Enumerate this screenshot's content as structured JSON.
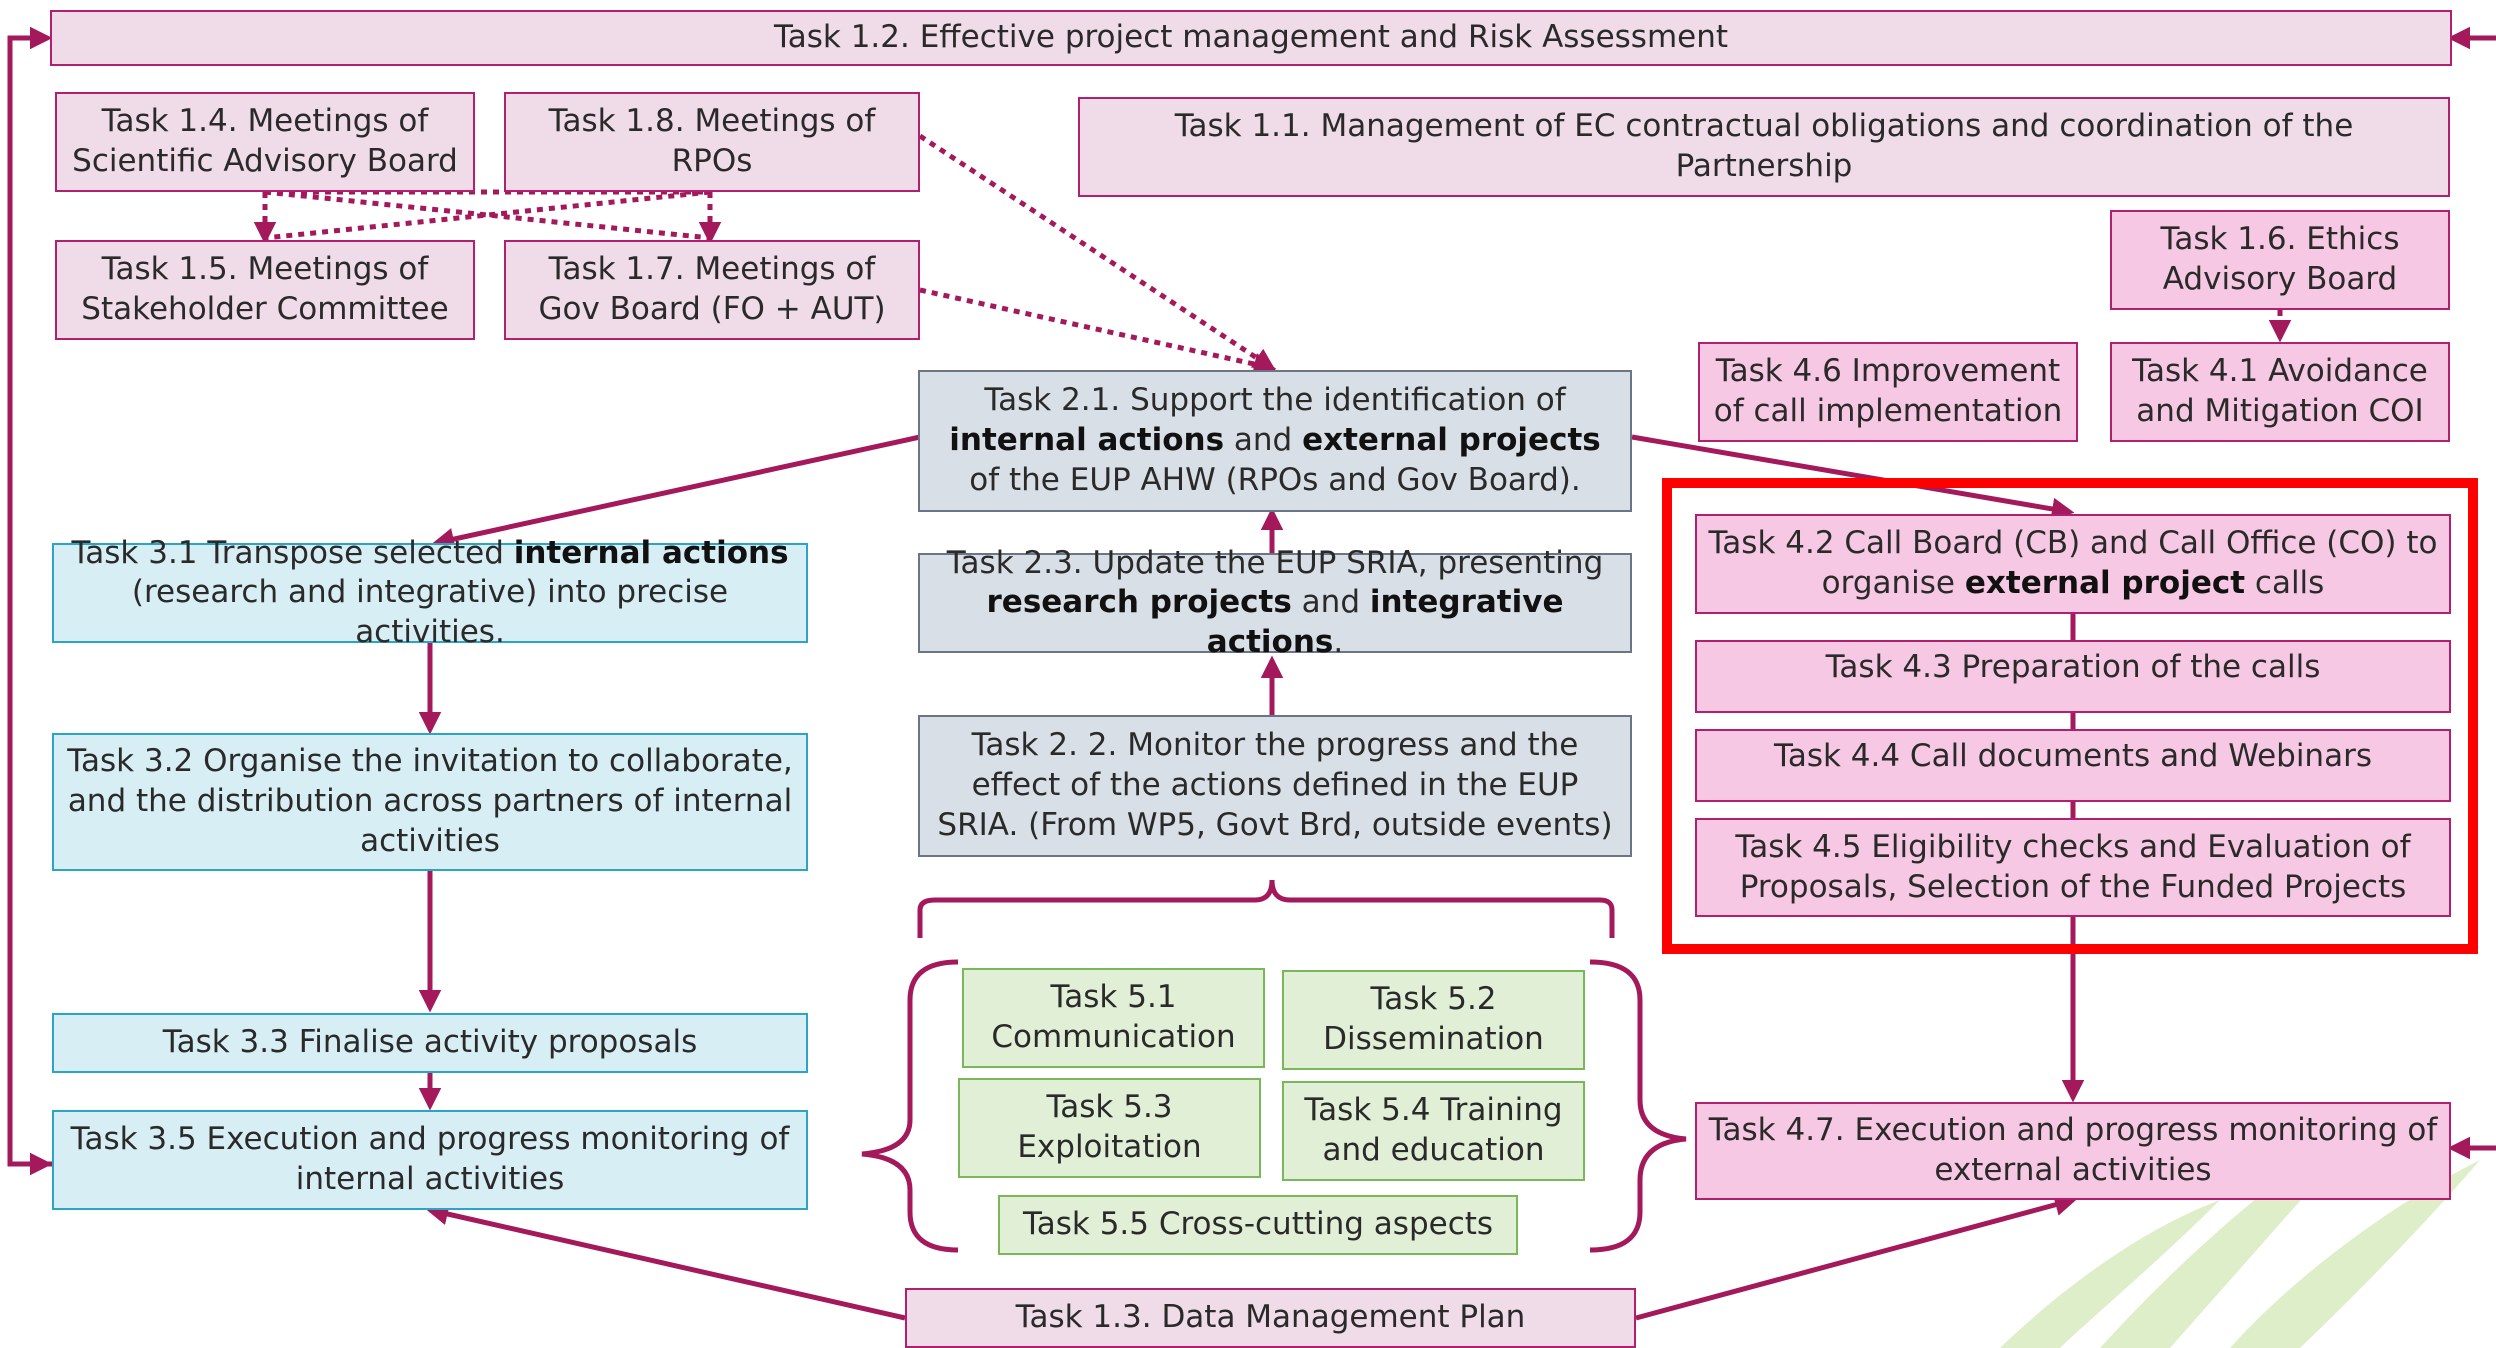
{
  "tasks": {
    "t1_2": "Task 1.2. Effective project management and Risk Assessment",
    "t1_4": "Task 1.4. Meetings of Scientific Advisory Board",
    "t1_8": "Task 1.8. Meetings of RPOs",
    "t1_1": "Task 1.1. Management of EC contractual obligations and coordination of the Partnership",
    "t1_5": "Task 1.5. Meetings of Stakeholder Committee",
    "t1_7": "Task 1.7. Meetings of Gov Board (FO + AUT)",
    "t1_6": "Task 1.6. Ethics Advisory Board",
    "t4_6": "Task 4.6 Improvement of call implementation",
    "t4_1": "Task 4.1 Avoidance and Mitigation COI",
    "t2_1": {
      "a": "Task 2.1. Support the identification of ",
      "b": "internal actions",
      "c": " and ",
      "d": "external projects",
      "e": " of the EUP AHW (RPOs and Gov Board)."
    },
    "t3_1": {
      "a": "Task 3.1 Transpose selected ",
      "b": "internal actions",
      "c": " (research and integrative) into precise activities."
    },
    "t4_2": {
      "a": "Task 4.2 Call Board (CB) and Call Office (CO) to organise ",
      "b": "external project",
      "c": " calls"
    },
    "t2_3": {
      "a": "Task 2.3. Update the EUP SRIA, presenting ",
      "b": "research projects",
      "c": " and ",
      "d": "integrative actions",
      "e": "."
    },
    "t4_3": "Task 4.3 Preparation of the calls",
    "t3_2": "Task 3.2 Organise the invitation to collaborate, and the distribution across partners of internal activities",
    "t2_2": "Task 2. 2. Monitor the progress and the effect of the actions defined in the EUP SRIA. (From WP5, Govt Brd, outside events)",
    "t4_4": "Task 4.4 Call documents and Webinars",
    "t4_5": "Task 4.5 Eligibility checks and Evaluation of Proposals, Selection of the Funded Projects",
    "t5_1": "Task 5.1 Communication",
    "t5_2": "Task 5.2 Dissemination",
    "t3_3": "Task 3.3 Finalise activity proposals",
    "t5_3": "Task 5.3 Exploitation",
    "t5_4": "Task 5.4 Training and education",
    "t3_5": "Task 3.5 Execution and progress monitoring of internal activities",
    "t4_7": "Task 4.7. Execution and progress monitoring of external activities",
    "t5_5": "Task 5.5 Cross-cutting aspects",
    "t1_3": "Task 1.3. Data Management Plan"
  },
  "colors": {
    "connector": "#a3195b",
    "highlight": "#ff0000",
    "wp1_fill": "#f0dbe8",
    "wp4_fill": "#f6c8e3",
    "wp2_fill": "#d9dfe6",
    "wp3_fill": "#d8eef5",
    "wp5_fill": "#e0efd6"
  }
}
